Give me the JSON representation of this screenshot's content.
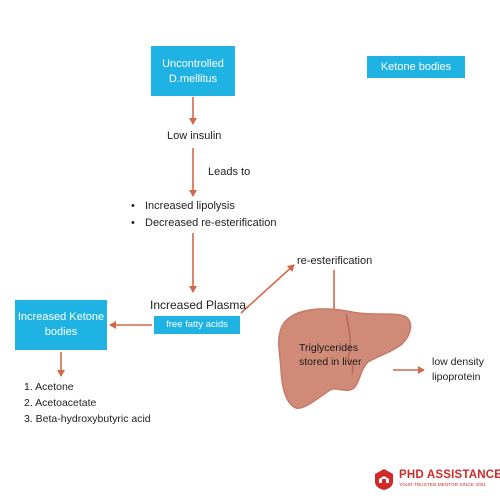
{
  "nodes": {
    "cause": "Uncontrolled D.mellitus",
    "topic_tag": "Ketone bodies",
    "low_insulin": "Low insulin",
    "leads_to": "Leads to",
    "effects": [
      "Increased lipolysis",
      "Decreased re-esterification"
    ],
    "plasma_title": "Increased Plasma",
    "plasma_sub": "free fatty acids",
    "ketone_box": "Increased Ketone bodies",
    "reesterification": "re-esterification",
    "triglycerides": "Triglycerides stored in liver",
    "ldl": "low density lipoprotein"
  },
  "ketone_list": [
    "1. Acetone",
    "2. Acetoacetate",
    "3. Beta-hydroxybutyric acid"
  ],
  "logo": {
    "name": "PHD ASSISTANCE",
    "tagline": "YOUR TRUSTED MENTOR SINCE 2001"
  },
  "colors": {
    "box": "#1fb3e4",
    "arrow": "#d2694a",
    "liver": "#d08a78",
    "logo": "#cf2a2a"
  }
}
